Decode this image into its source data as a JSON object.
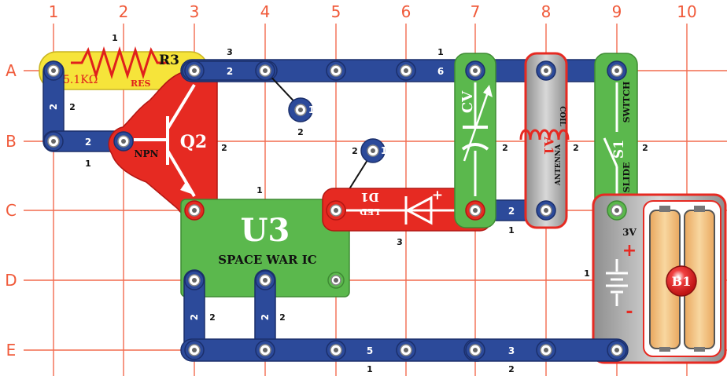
{
  "grid": {
    "columns": [
      "1",
      "2",
      "3",
      "4",
      "5",
      "6",
      "7",
      "8",
      "9",
      "10"
    ],
    "rows": [
      "A",
      "B",
      "C",
      "D",
      "E"
    ]
  },
  "parts": {
    "r3": {
      "id": "R3",
      "value": "5.1KΩ",
      "name": "RES",
      "level": "1"
    },
    "q2": {
      "id": "Q2",
      "type": "NPN",
      "level": "2"
    },
    "u3": {
      "id": "U3",
      "name": "SPACE WAR IC",
      "level": "1"
    },
    "d1": {
      "id": "D1",
      "name": "LED",
      "sign": "+",
      "level": "3"
    },
    "cv": {
      "id": "CV",
      "level": "2"
    },
    "a1": {
      "id": "A1",
      "name": "ANTENNA",
      "sub": "COIL",
      "level": "2"
    },
    "s1": {
      "id": "S1",
      "name": "SWITCH",
      "sub": "SLIDE",
      "level": "2"
    },
    "b1": {
      "id": "B1",
      "voltage": "3V",
      "plus": "+",
      "minus": "-",
      "level": "1"
    }
  },
  "wires": {
    "a3_a9_label": "6",
    "a3_a9_level": "1",
    "a3_a4_label": "2",
    "a3_a4_level": "3",
    "a1_b1_label": "2",
    "a1_b1_level": "2",
    "b1_b2_label": "2",
    "b1_b2_level": "1",
    "b4_single_label": "1",
    "b4_single_level": "2",
    "b5_single_label": "1",
    "b5_single_level": "2",
    "c7_c8_label": "2",
    "c7_c8_level": "1",
    "d3_e3_label": "2",
    "d3_e3_level": "2",
    "d4_e4_label": "2",
    "d4_e4_level": "2",
    "e3_e7_label": "5",
    "e3_e7_level": "1",
    "e7_e9_label": "3",
    "e7_e9_level": "2"
  }
}
